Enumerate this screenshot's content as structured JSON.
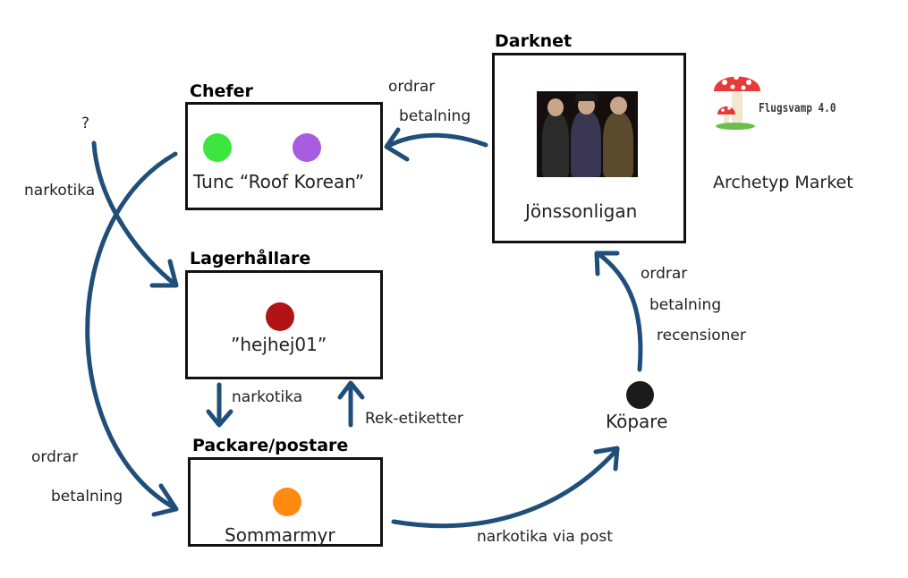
{
  "nodes": {
    "chefer": {
      "title": "Chefer",
      "members": "Tunc “Roof Korean”"
    },
    "lagerhallare": {
      "title": "Lagerhållare",
      "members": "”hejhej01”"
    },
    "packare": {
      "title": "Packare/postare",
      "members": "Sommarmyr"
    },
    "darknet": {
      "title": "Darknet",
      "members": "Jönssonligan"
    },
    "kopare": {
      "label": "Köpare"
    }
  },
  "edges": {
    "unknown_source": "?",
    "to_lager_label": "narkotika",
    "chefer_to_packare": [
      "ordrar",
      "betalning"
    ],
    "darknet_to_chefer": [
      "ordrar",
      "betalning"
    ],
    "lager_to_packare": "narkotika",
    "packare_to_lager": "Rek-etiketter",
    "packare_to_kopare": "narkotika via post",
    "kopare_to_darknet": [
      "ordrar",
      "betalning",
      "recensioner"
    ]
  },
  "logo": {
    "text": "Flugsvamp 4.0",
    "market_name": "Archetyp Market"
  },
  "colors": {
    "arrow": "#1f4e79",
    "dot_green": "#3ee53e",
    "dot_purple": "#a85de0",
    "dot_red": "#b01414",
    "dot_orange": "#ff8a10",
    "dot_black": "#1a1a1a"
  }
}
